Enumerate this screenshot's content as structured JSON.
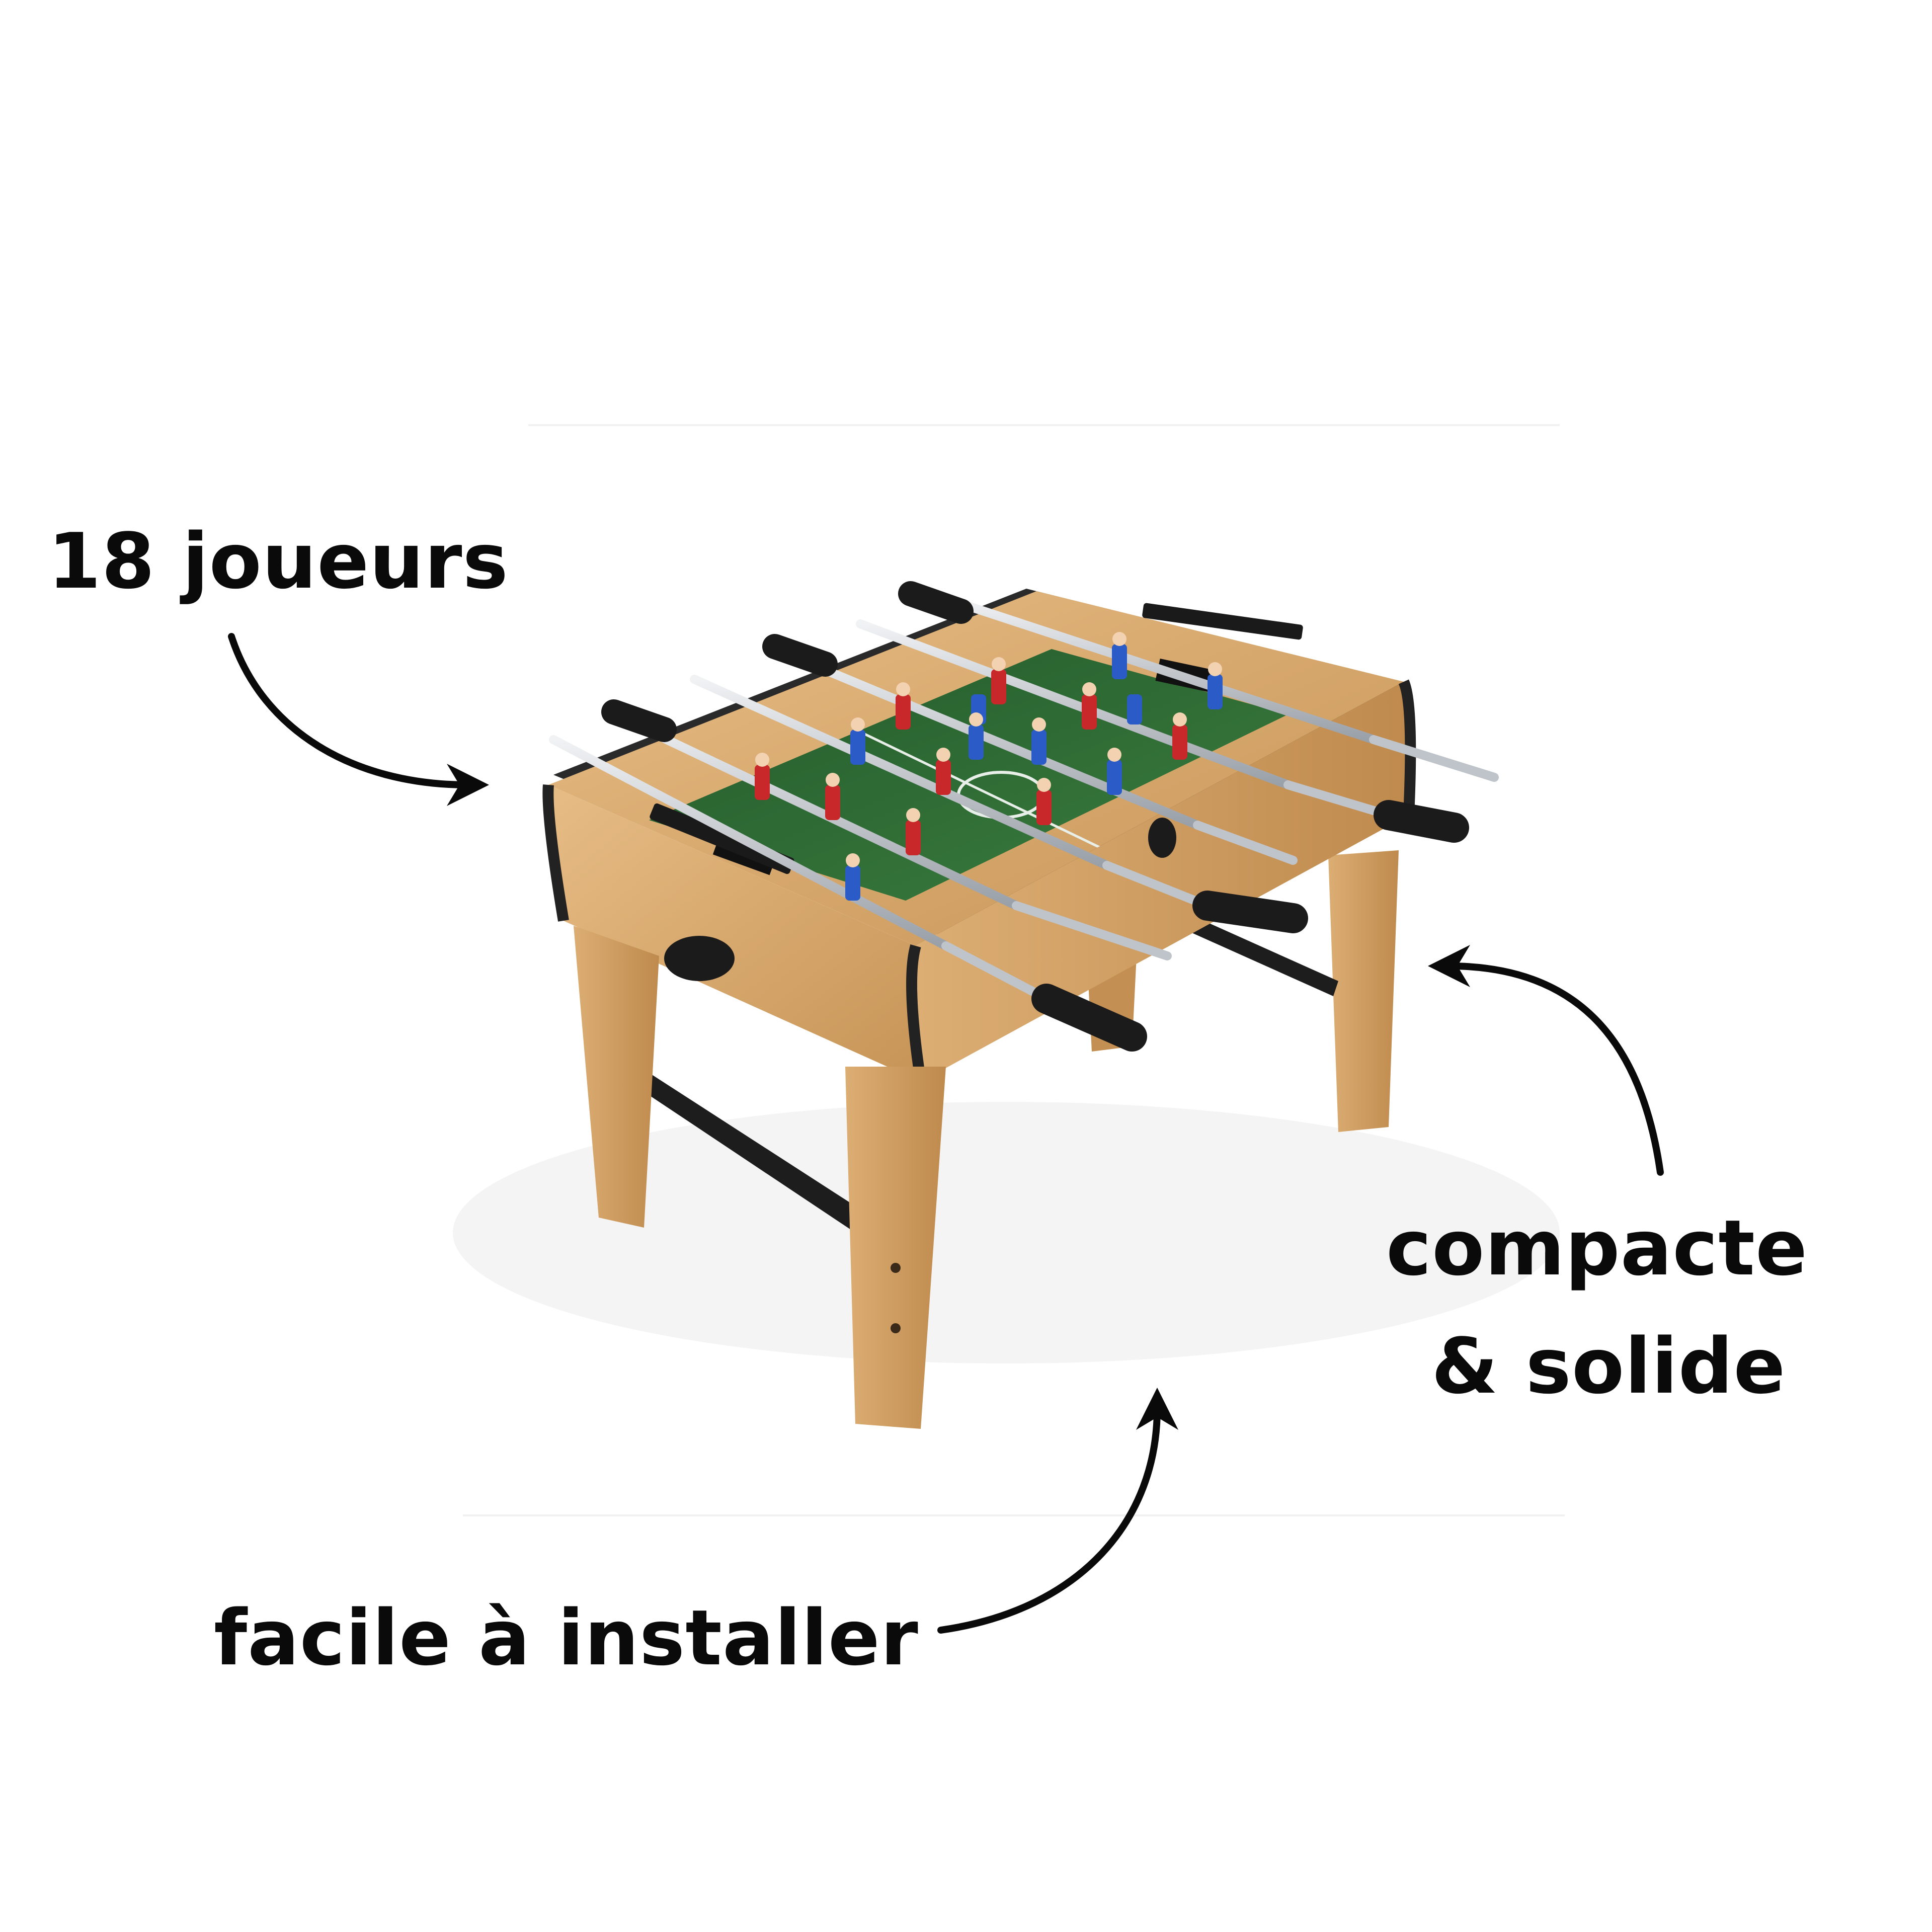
{
  "labels": {
    "players": "18 joueurs",
    "compact_line1": "compacte",
    "compact_line2": "& solide",
    "install": "facile à installer"
  },
  "colors": {
    "text": "#0a0a0a",
    "wood": "#d9a86a",
    "wood_dark": "#b9864a",
    "field": "#2f6e35",
    "team_red": "#c8282a",
    "team_blue": "#2a5bc6",
    "rod": "#c9ced4",
    "handle": "#1b1b1b"
  },
  "icons": {
    "arrows": "curved-arrow-icon",
    "product": "foosball-table-image"
  }
}
